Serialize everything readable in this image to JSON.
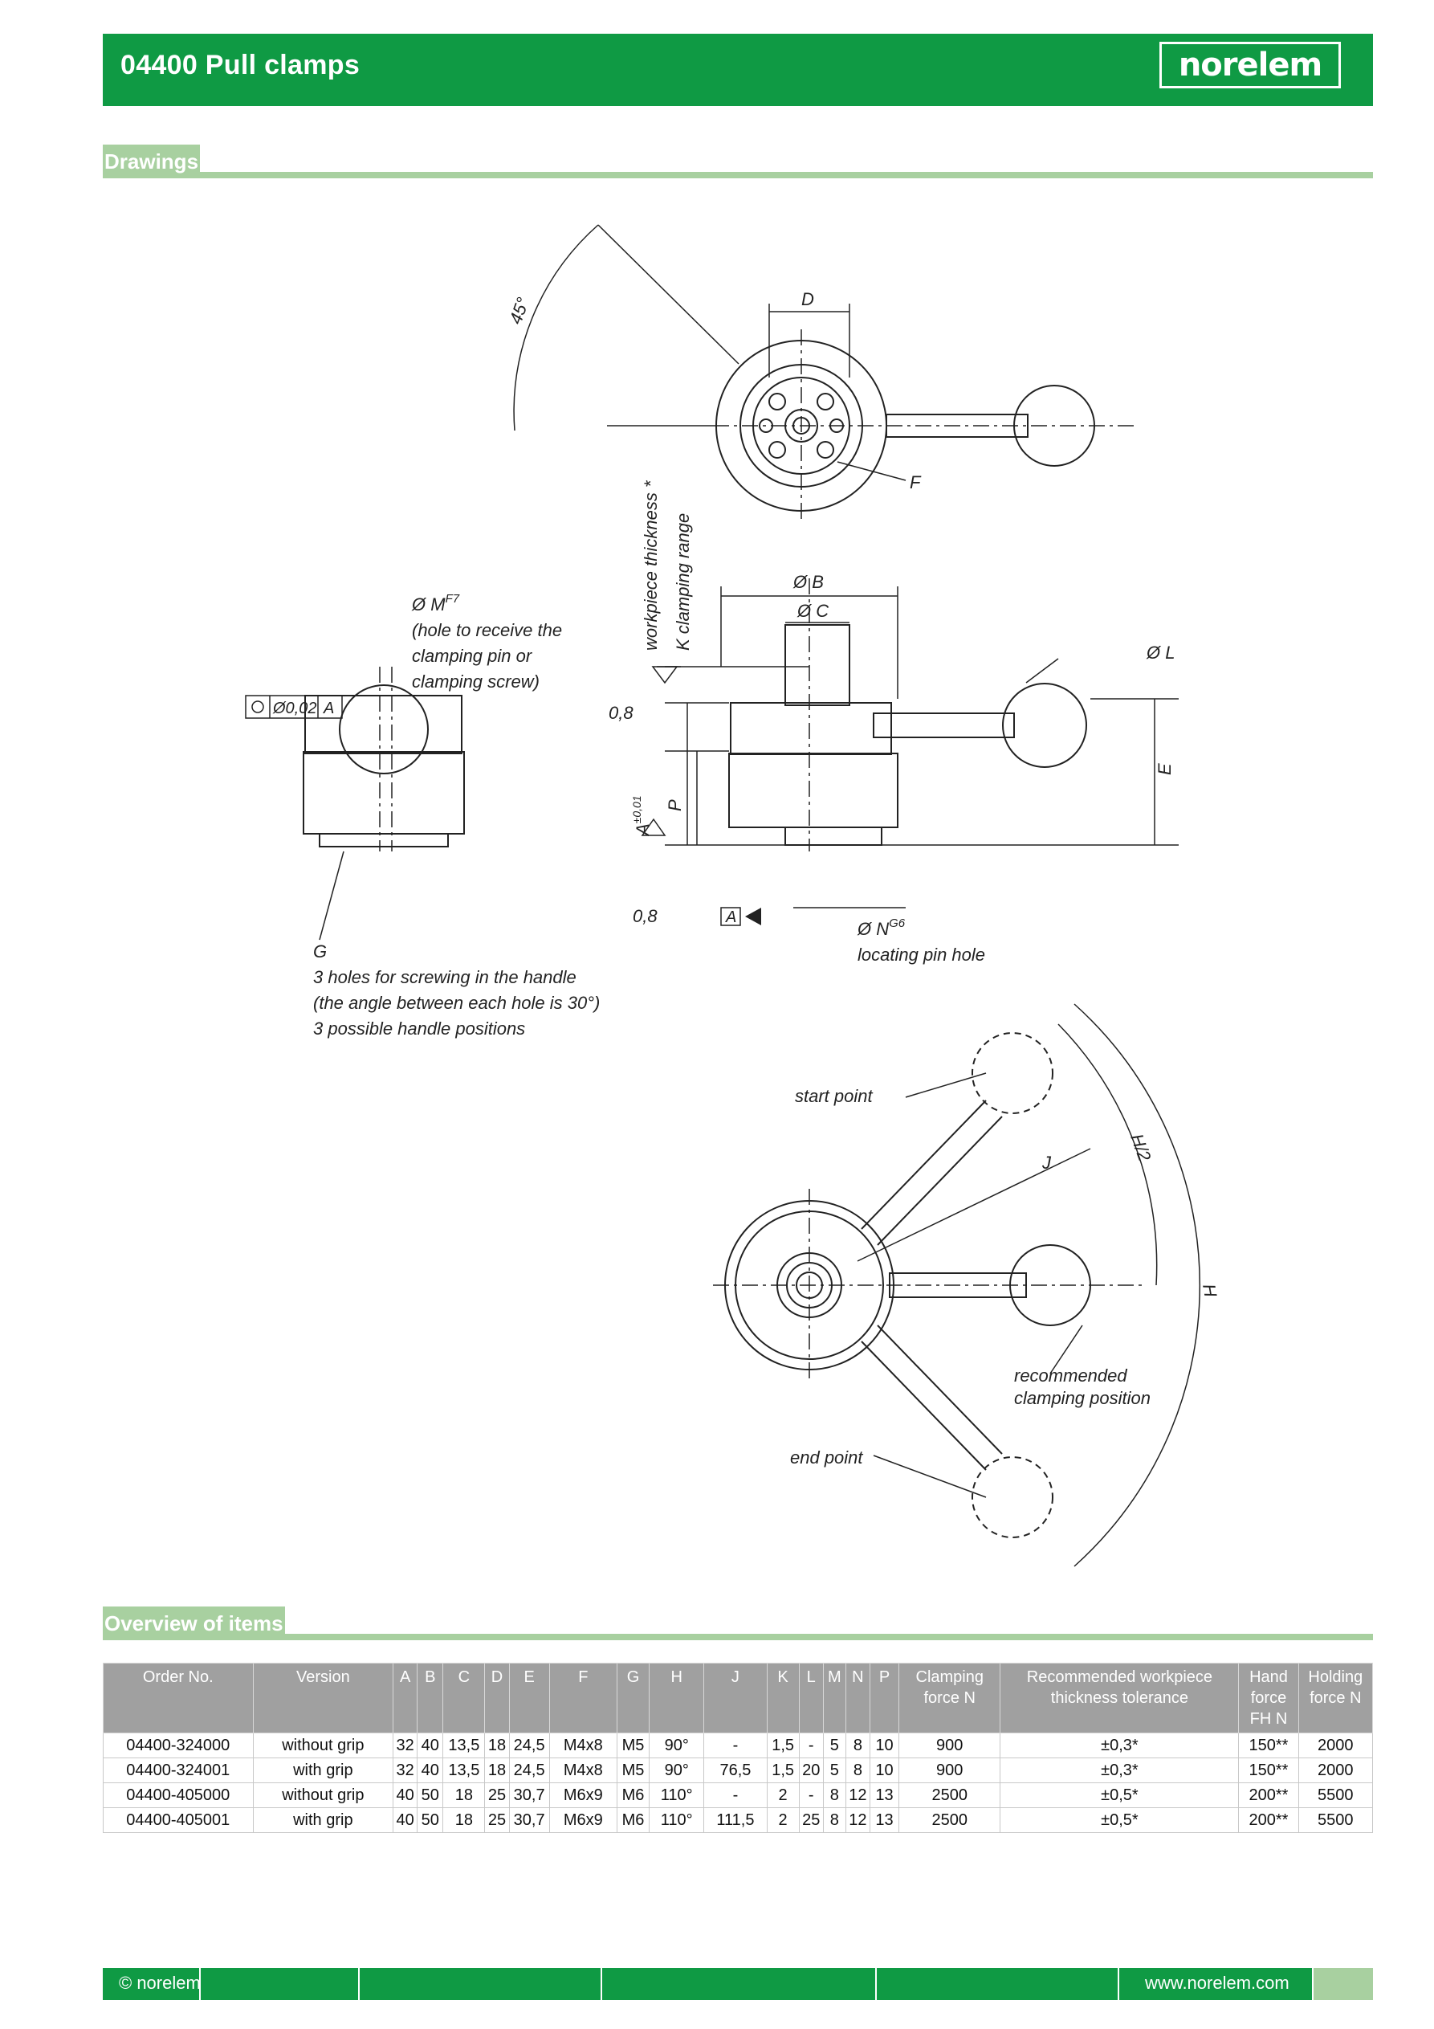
{
  "header": {
    "title": "04400 Pull clamps",
    "logo": "norelem"
  },
  "sections": {
    "drawings": "Drawings",
    "overview": "Overview of items"
  },
  "drawing": {
    "labels": {
      "angle": "45°",
      "d": "D",
      "f": "F",
      "b": "Ø B",
      "c": "Ø C",
      "l": "Ø L",
      "e": "E",
      "m": "Ø M",
      "m_sup": "F7",
      "m_desc1": "(hole to receive the",
      "m_desc2": "clamping pin or",
      "m_desc3": "clamping screw)",
      "tolerance_box": "Ø0,02",
      "datum": "A",
      "workpiece": "workpiece thickness *",
      "krange": "K clamping range",
      "rough1": "0,8",
      "rough2": "0,8",
      "a": "A",
      "a_sup": "±0,01",
      "p": "P",
      "n": "Ø N",
      "n_sup": "G6",
      "n_desc": "locating pin hole",
      "g": "G",
      "g_desc1": "3 holes for screwing in the handle",
      "g_desc2": "(the angle between each hole is 30°)",
      "g_desc3": "3 possible handle positions",
      "start": "start point",
      "end": "end point",
      "j": "J",
      "h": "H",
      "h2": "H/2",
      "rec1": "recommended",
      "rec2": "clamping position"
    }
  },
  "table": {
    "headers": [
      "Order No.",
      "Version",
      "A",
      "B",
      "C",
      "D",
      "E",
      "F",
      "G",
      "H",
      "J",
      "K",
      "L",
      "M",
      "N",
      "P",
      "Clamping force N",
      "Recommended workpiece thickness tolerance",
      "Hand force FH N",
      "Holding force N"
    ],
    "rows": [
      [
        "04400-324000",
        "without grip",
        "32",
        "40",
        "13,5",
        "18",
        "24,5",
        "M4x8",
        "M5",
        "90°",
        "-",
        "1,5",
        "-",
        "5",
        "8",
        "10",
        "900",
        "±0,3*",
        "150**",
        "2000"
      ],
      [
        "04400-324001",
        "with grip",
        "32",
        "40",
        "13,5",
        "18",
        "24,5",
        "M4x8",
        "M5",
        "90°",
        "76,5",
        "1,5",
        "20",
        "5",
        "8",
        "10",
        "900",
        "±0,3*",
        "150**",
        "2000"
      ],
      [
        "04400-405000",
        "without grip",
        "40",
        "50",
        "18",
        "25",
        "30,7",
        "M6x9",
        "M6",
        "110°",
        "-",
        "2",
        "-",
        "8",
        "12",
        "13",
        "2500",
        "±0,5*",
        "200**",
        "5500"
      ],
      [
        "04400-405001",
        "with grip",
        "40",
        "50",
        "18",
        "25",
        "30,7",
        "M6x9",
        "M6",
        "110°",
        "111,5",
        "2",
        "25",
        "8",
        "12",
        "13",
        "2500",
        "±0,5*",
        "200**",
        "5500"
      ]
    ]
  },
  "footer": {
    "left": "© norelem",
    "right": "www.norelem.com"
  },
  "colors": {
    "green": "#0f9a44",
    "light_green": "#a8d0a0",
    "header_grey": "#a0a0a0"
  }
}
